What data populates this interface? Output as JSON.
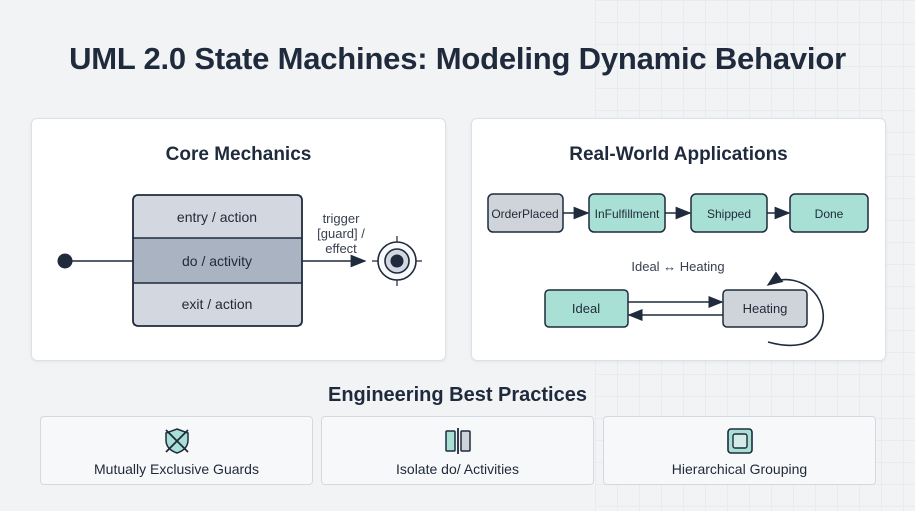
{
  "title": "UML 2.0 State Machines: Modeling Dynamic Behavior",
  "core": {
    "title": "Core Mechanics",
    "entry": "entry / action",
    "do": "do / activity",
    "exit": "exit / action",
    "transition": [
      "trigger",
      "[guard] /",
      "effect"
    ]
  },
  "apps": {
    "title": "Real-World Applications",
    "flow": [
      "OrderPlaced",
      "InFulfillment",
      "Shipped",
      "Done"
    ],
    "thermo_caption": "Ideal ↔ Heating",
    "thermo_states": [
      "Ideal",
      "Heating"
    ]
  },
  "practices": {
    "title": "Engineering Best Practices",
    "items": [
      {
        "label": "Mutually Exclusive Guards",
        "icon": "shield-x-icon"
      },
      {
        "label": "Isolate do/ Activities",
        "icon": "split-panel-icon"
      },
      {
        "label": "Hierarchical Grouping",
        "icon": "nested-square-icon"
      }
    ]
  },
  "colors": {
    "state_fill": "#d3d8e0",
    "state_do_fill": "#a9b3c1",
    "teal_fill": "#a8e0d6",
    "gray_fill": "#cfd4db",
    "stroke": "#1f2a3c"
  }
}
